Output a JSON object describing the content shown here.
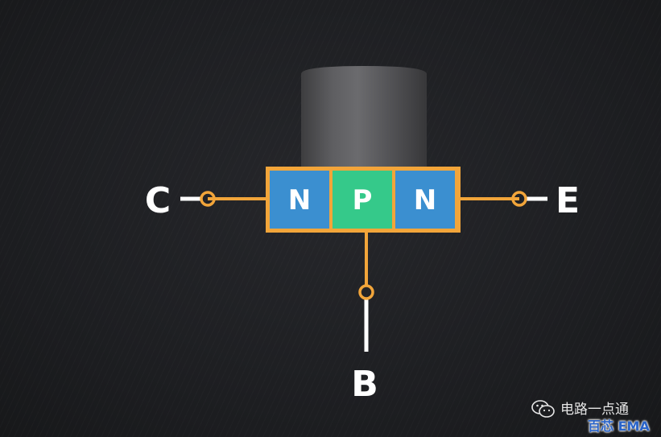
{
  "diagram": {
    "collector_label": "C",
    "emitter_label": "E",
    "base_label": "B",
    "segments": [
      {
        "label": "N",
        "color": "#3b8fd0"
      },
      {
        "label": "P",
        "color": "#35c98a"
      },
      {
        "label": "N",
        "color": "#3b8fd0"
      }
    ],
    "wire_color": "#f2a53a",
    "lead_color": "#ffffff"
  },
  "watermark": {
    "line1": "电路一点通",
    "line2": "百芯 EMA",
    "icon": "wechat-icon"
  }
}
